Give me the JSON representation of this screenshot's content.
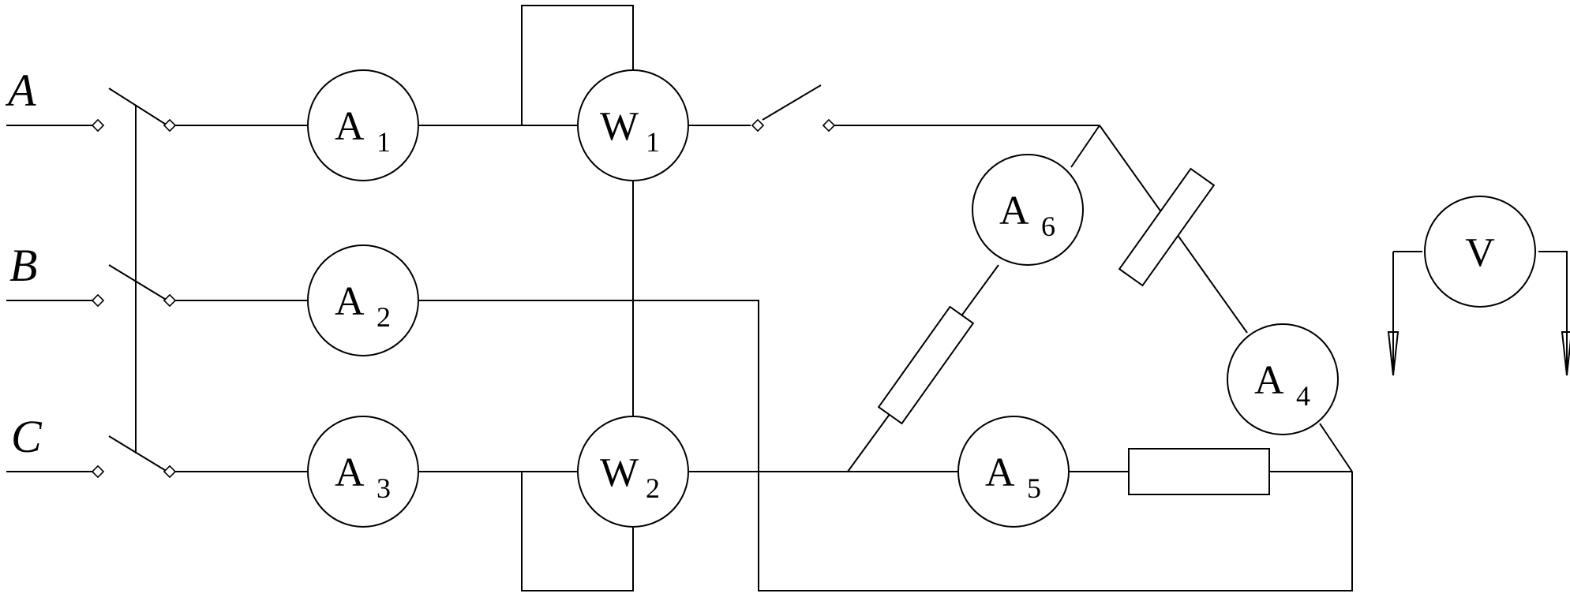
{
  "phases": {
    "a": "A",
    "b": "B",
    "c": "C"
  },
  "meters": {
    "a1": {
      "letter": "A",
      "sub": "1"
    },
    "a2": {
      "letter": "A",
      "sub": "2"
    },
    "a3": {
      "letter": "A",
      "sub": "3"
    },
    "a4": {
      "letter": "A",
      "sub": "4"
    },
    "a5": {
      "letter": "A",
      "sub": "5"
    },
    "a6": {
      "letter": "A",
      "sub": "6"
    },
    "w1": {
      "letter": "W",
      "sub": "1"
    },
    "w2": {
      "letter": "W",
      "sub": "2"
    },
    "v": {
      "letter": "V"
    }
  }
}
